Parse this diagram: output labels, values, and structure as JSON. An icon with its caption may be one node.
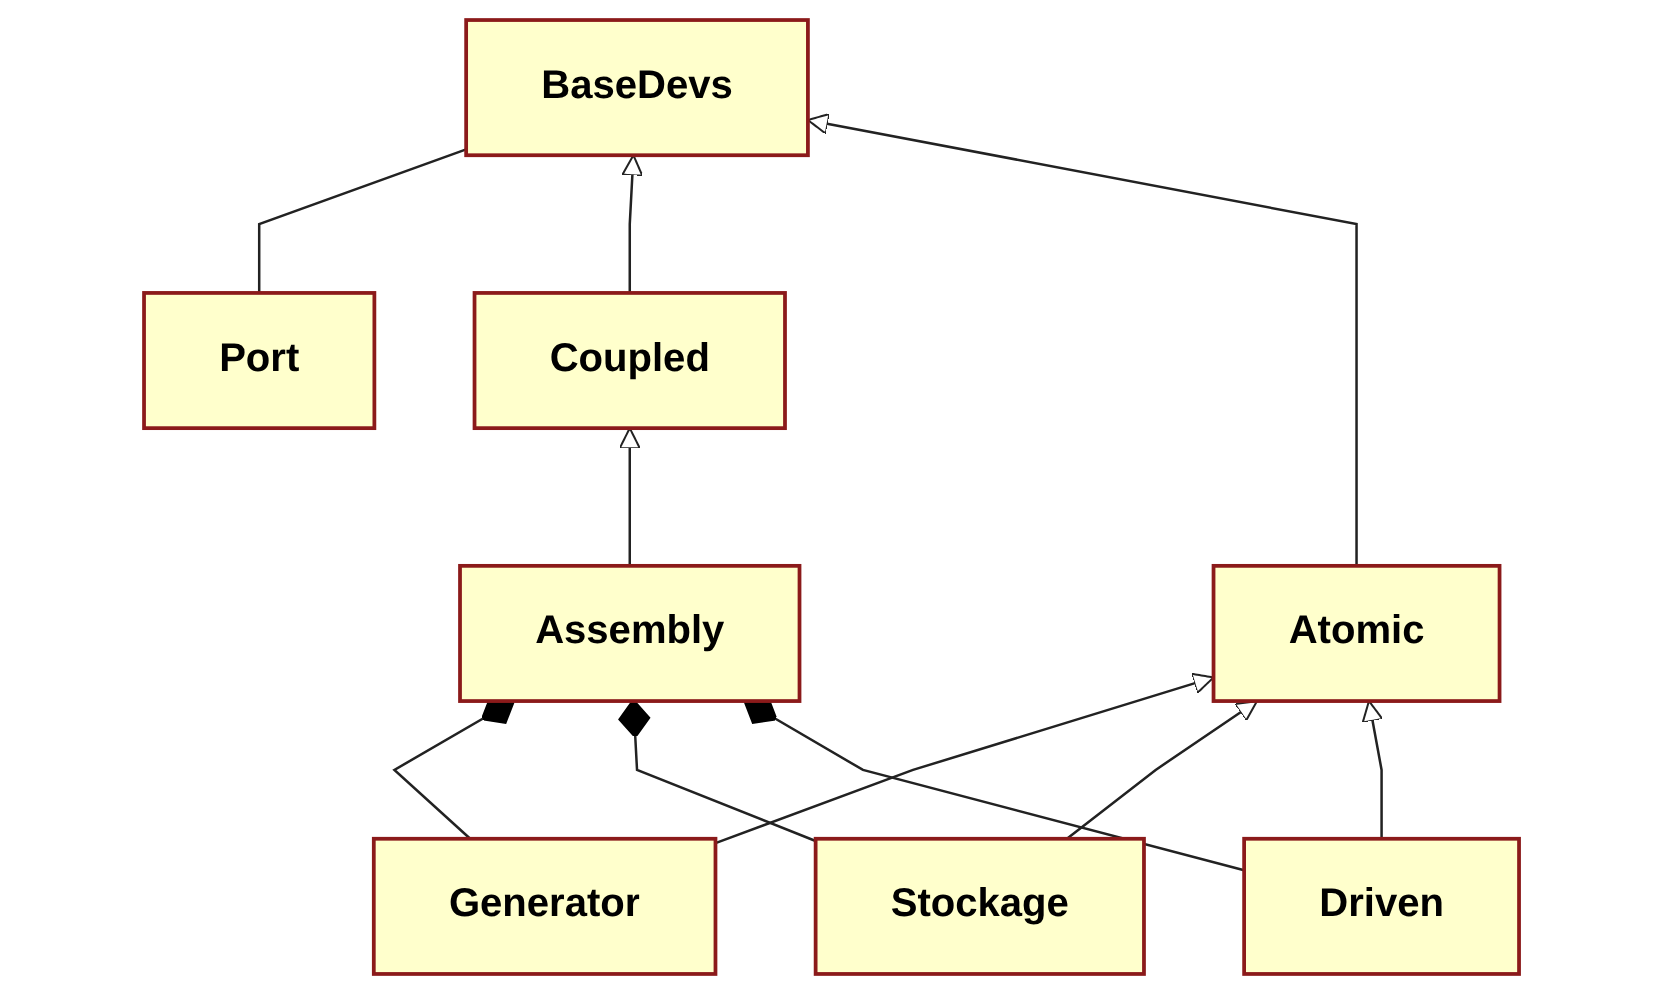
{
  "diagram": {
    "nodes": [
      {
        "text": [
          "Port"
        ]
      },
      {
        "text": [
          "BaseDevs"
        ]
      },
      {
        "text": [
          "Coupled"
        ]
      },
      {
        "text": [
          "Atomic"
        ]
      },
      {
        "text": [
          "Generator"
        ]
      },
      {
        "text": [
          "Assembly"
        ]
      },
      {
        "text": [
          "Stockage"
        ]
      },
      {
        "text": [
          "Driven"
        ]
      }
    ],
    "edges": [
      {
        "from": 0,
        "to": 1,
        "arrow": "none"
      },
      {
        "from": 2,
        "to": 1,
        "arrow": "to"
      },
      {
        "from": 3,
        "to": 1,
        "arrow": "to"
      },
      {
        "from": 4,
        "to": 3,
        "arrow": "to"
      },
      {
        "from": 5,
        "to": 2,
        "arrow": "to"
      },
      {
        "from": 4,
        "to": 5,
        "arrow": "other"
      },
      {
        "from": 6,
        "to": 3,
        "arrow": "to"
      },
      {
        "from": 6,
        "to": 5,
        "arrow": "other"
      },
      {
        "from": 7,
        "to": 3,
        "arrow": "to"
      },
      {
        "from": 7,
        "to": 5,
        "arrow": "other"
      }
    ]
  }
}
